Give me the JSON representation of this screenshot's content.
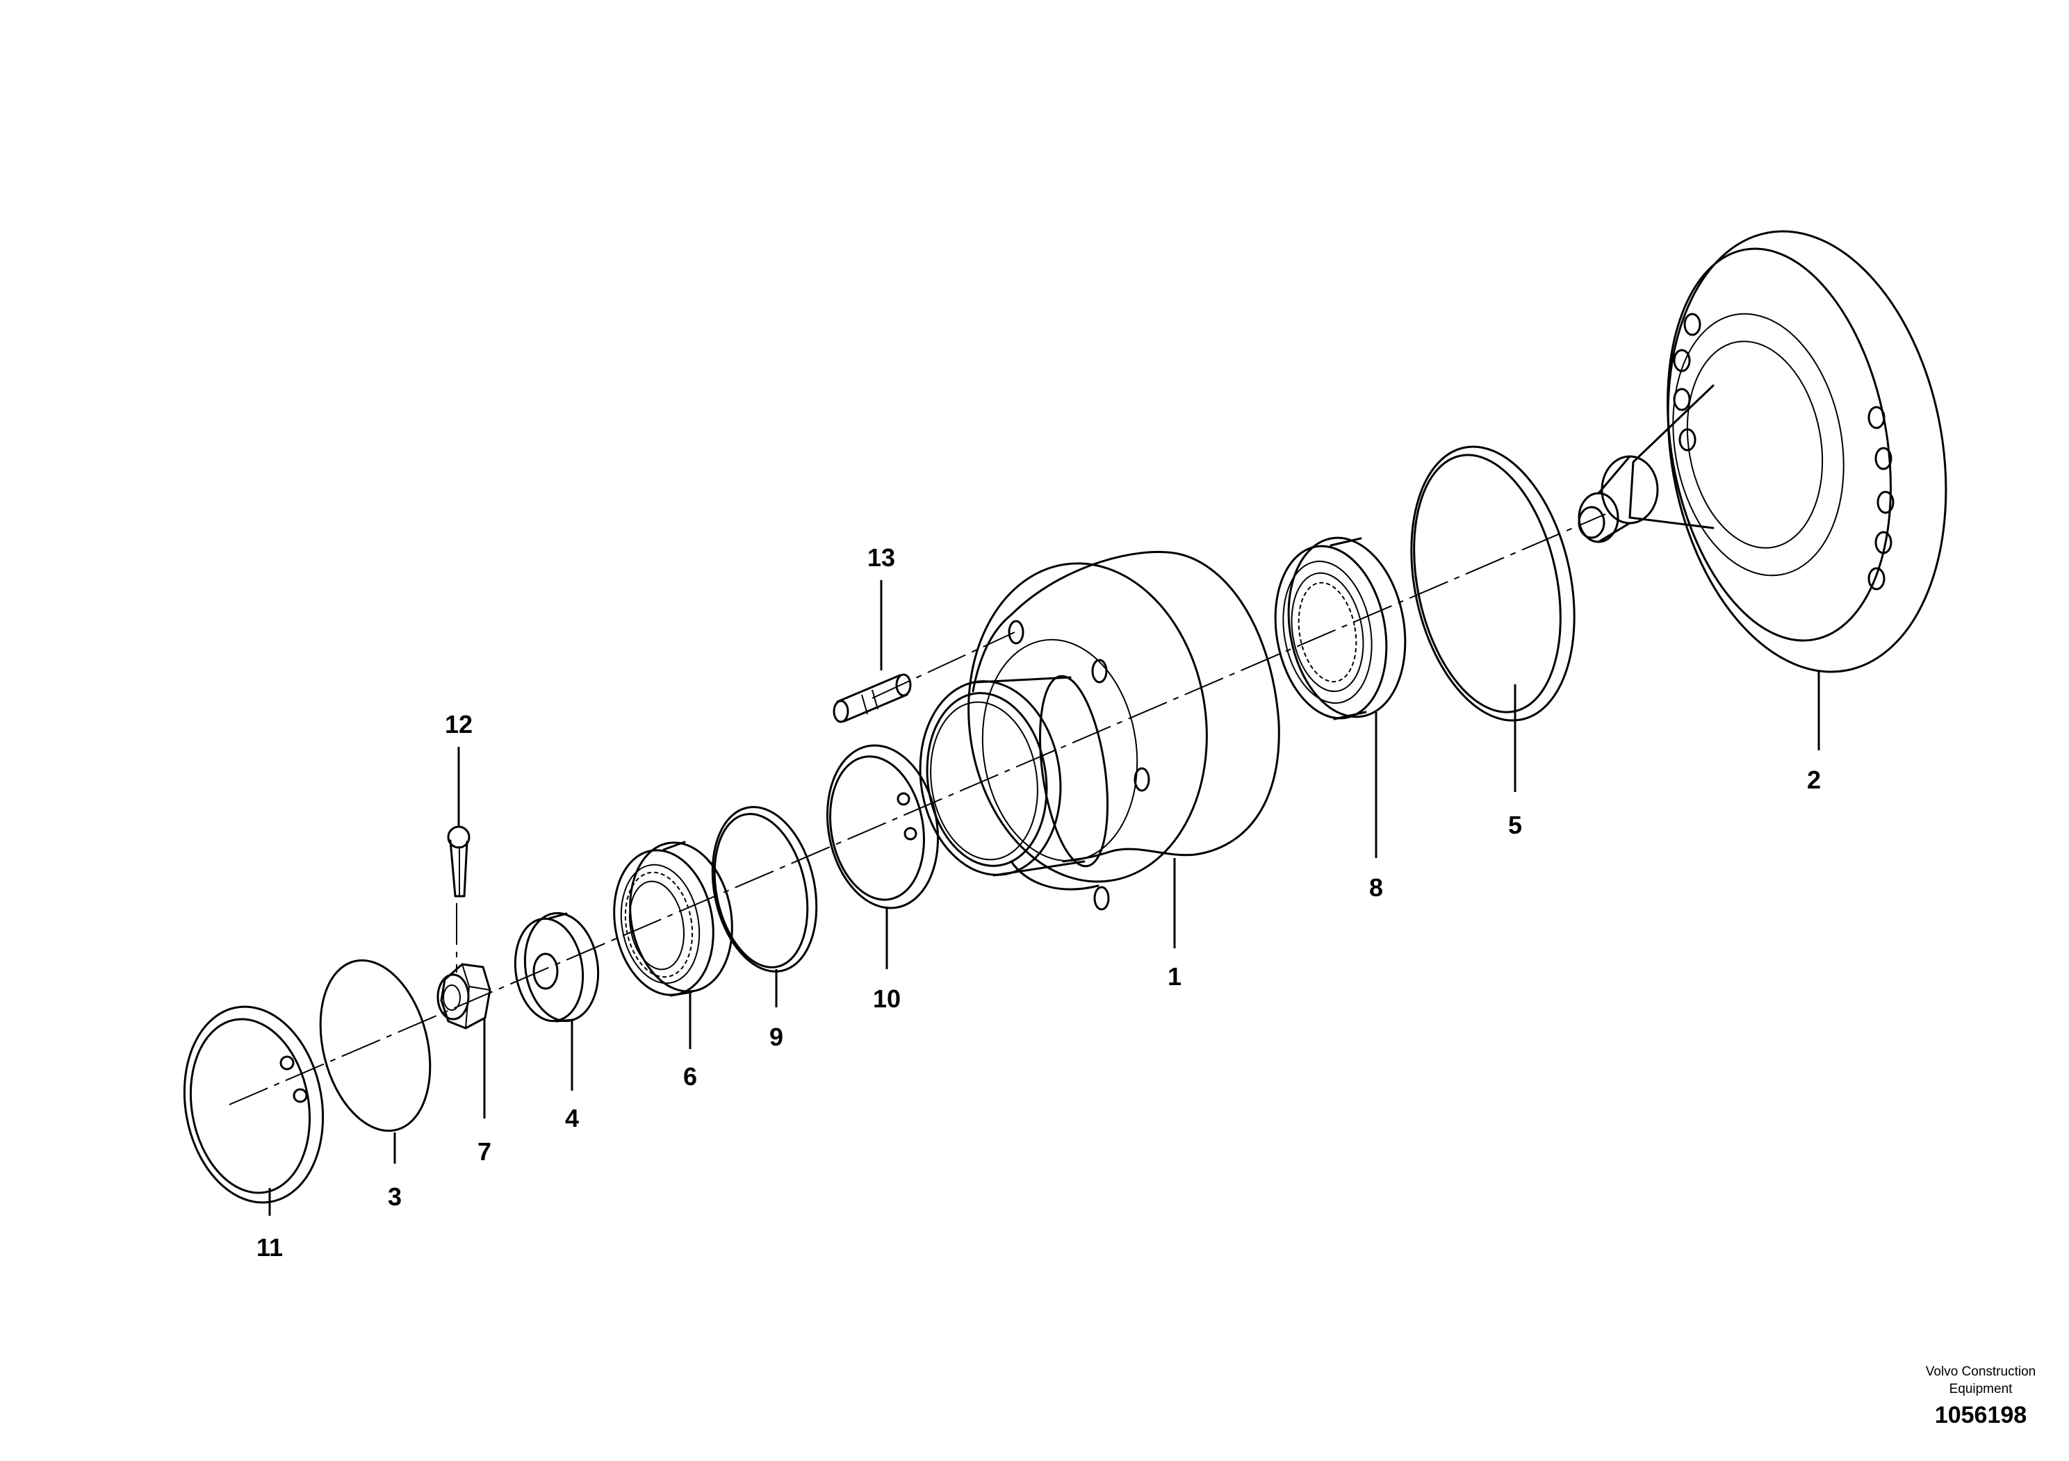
{
  "callouts": [
    {
      "id": "1"
    },
    {
      "id": "2"
    },
    {
      "id": "3"
    },
    {
      "id": "4"
    },
    {
      "id": "5"
    },
    {
      "id": "6"
    },
    {
      "id": "7"
    },
    {
      "id": "8"
    },
    {
      "id": "9"
    },
    {
      "id": "10"
    },
    {
      "id": "11"
    },
    {
      "id": "12"
    },
    {
      "id": "13"
    }
  ],
  "footer": {
    "brand_line1": "Volvo Construction",
    "brand_line2": "Equipment",
    "doc_number": "1056198"
  }
}
